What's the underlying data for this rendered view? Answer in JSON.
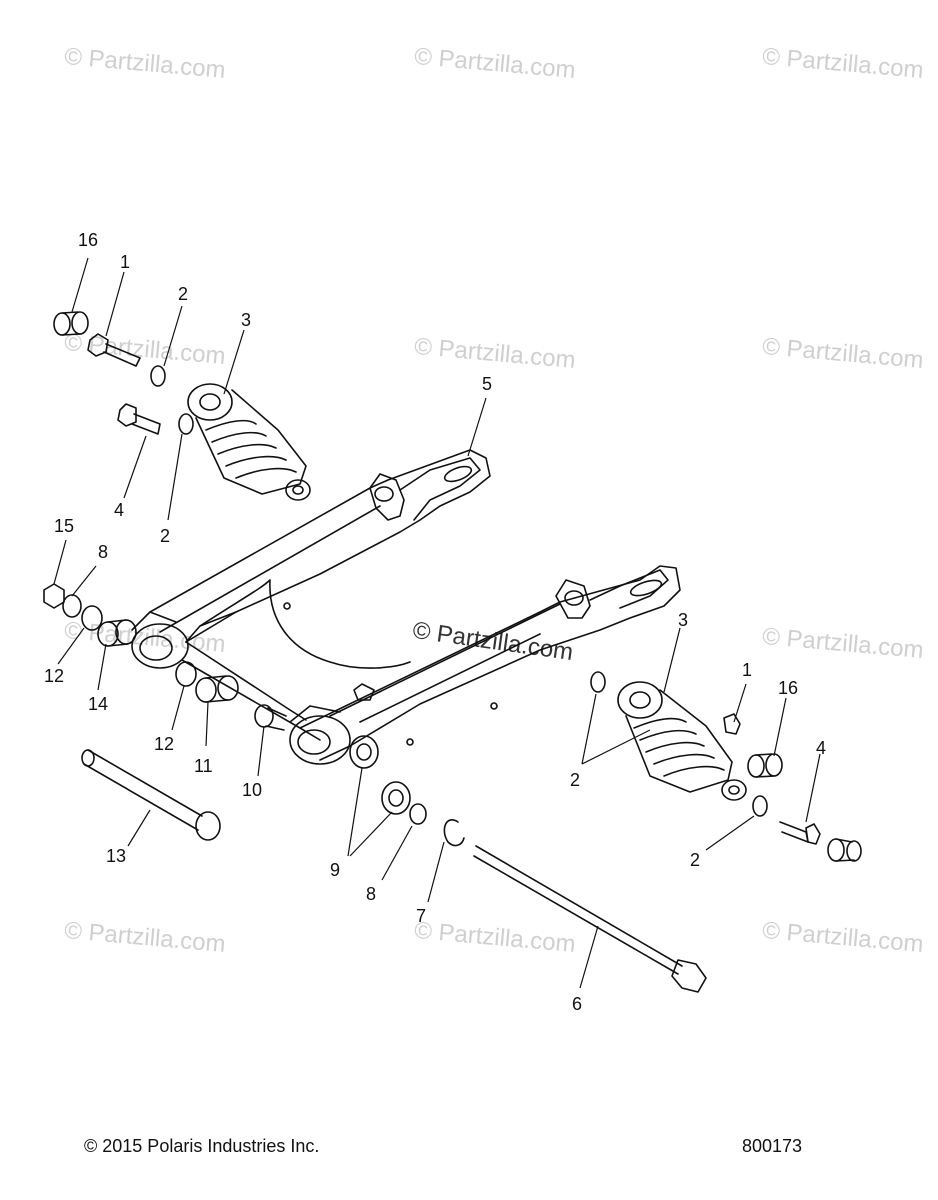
{
  "watermark": "© Partzilla.com",
  "watermark_center": "© Partzilla.com",
  "callouts": [
    "16",
    "1",
    "2",
    "3",
    "4",
    "2",
    "5",
    "15",
    "8",
    "12",
    "14",
    "12",
    "11",
    "10",
    "13",
    "9",
    "8",
    "7",
    "6",
    "3",
    "1",
    "16",
    "4",
    "2",
    "2"
  ],
  "footer": {
    "copyright": "© 2015 Polaris Industries Inc.",
    "figure_id": "800173"
  }
}
